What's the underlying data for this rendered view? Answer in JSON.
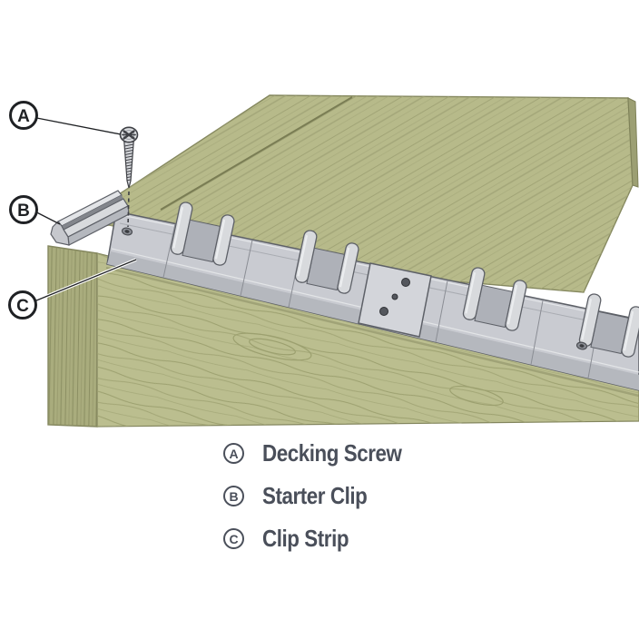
{
  "callouts": [
    {
      "letter": "A"
    },
    {
      "letter": "B"
    },
    {
      "letter": "C"
    }
  ],
  "legend": {
    "items": [
      {
        "letter": "A",
        "label": "Decking Screw"
      },
      {
        "letter": "B",
        "label": "Starter Clip"
      },
      {
        "letter": "C",
        "label": "Clip Strip"
      }
    ]
  },
  "palette": {
    "deck_wood": "#b7ba8a",
    "deck_grain": "#a1a476",
    "fascia_wood": "#bbbe8f",
    "fascia_end_wood": "#a9ac7d",
    "wood_outline": "#7f8259",
    "metal": "#c9cbd1",
    "metal_highlight": "#eef0f2",
    "metal_shadow": "#aeb1b8",
    "metal_outline": "#5d6067",
    "ink": "#1f2124",
    "legend_text": "#4a4f5a"
  }
}
